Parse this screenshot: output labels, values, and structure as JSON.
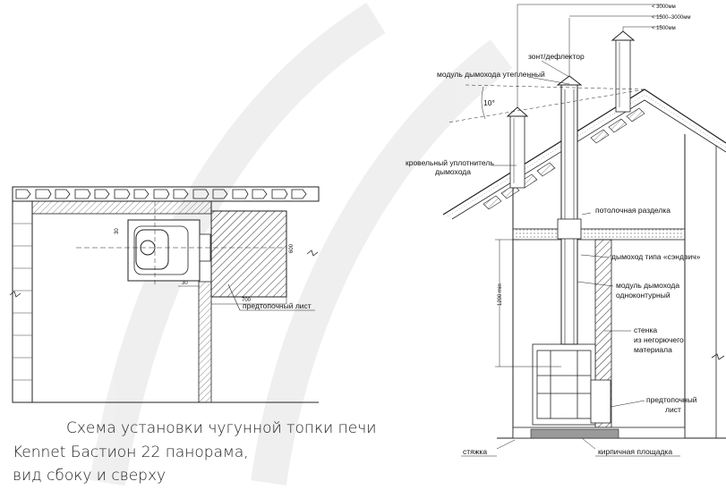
{
  "caption": {
    "line1": "Схема установки чугунной топки печи",
    "line2": "Kennet Бастион 22 панорама,",
    "line3": "вид сбоку и сверху"
  },
  "top_view": {
    "hearth_sheet_label": "предтопочный лист",
    "dims": [
      "700",
      "30",
      "600",
      "30"
    ]
  },
  "side_view": {
    "heights": [
      "< 3000мм",
      "< 1500–3000мм",
      "< 1500мм"
    ],
    "angle": "10°",
    "labels": {
      "umbrella": "зонт/дефлектор",
      "insulated_module": "модуль дымохода утепленный",
      "roof_seal_1": "кровельный уплотнитель",
      "roof_seal_2": "дымохода",
      "ceiling_cut": "потолочная разделка",
      "sandwich": "дымоход типа «сэндвич»",
      "single_module_1": "модуль дымохода",
      "single_module_2": "одноконтурный",
      "wall_1": "стенка",
      "wall_2": "из негорючего",
      "wall_3": "материала",
      "hearth_1": "предтопочный",
      "hearth_2": "лист",
      "screed": "стяжка",
      "brick_pad": "кирпичная площадка",
      "min_height": "1200 min"
    }
  }
}
